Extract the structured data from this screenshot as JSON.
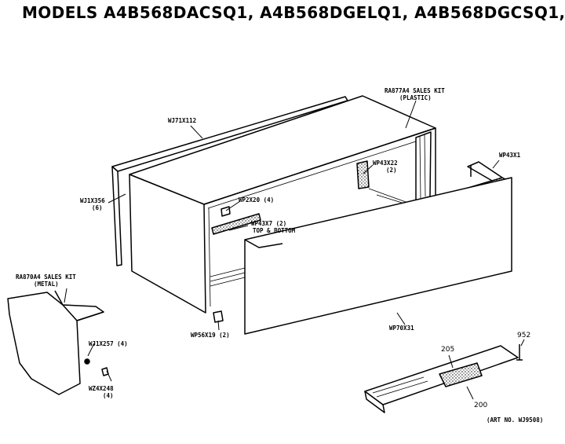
{
  "title": "MODELS A4B568DACSQ1, A4B568DGELQ1, A4B568DGCSQ1,",
  "parts": {
    "wj71x112": "WJ71X112",
    "ra877a4_line1": "RA877A4 SALES KIT",
    "ra877a4_line2": "(PLASTIC)",
    "wp43x1": "WP43X1",
    "wp43x22_line1": "WP43X22",
    "wp43x22_line2": "(2)",
    "wj1x356_line1": "WJ1X356",
    "wj1x356_line2": "(6)",
    "wp2x20": "WP2X20 (4)",
    "wp43x7_line1": "WP43X7 (2)",
    "wp43x7_line2": "TOP & BOTTOM",
    "ra870a4_line1": "RA870A4 SALES KIT",
    "ra870a4_line2": "(METAL)",
    "wj1x257": "WJ1X257 (4)",
    "wz4x248_line1": "WZ4X248",
    "wz4x248_line2": "(4)",
    "wp56x19": "WP56X19 (2)",
    "wp70x31": "WP70X31",
    "n952": "952",
    "n205": "205",
    "n200": "200"
  },
  "art_no": "(ART NO. WJ9508)"
}
